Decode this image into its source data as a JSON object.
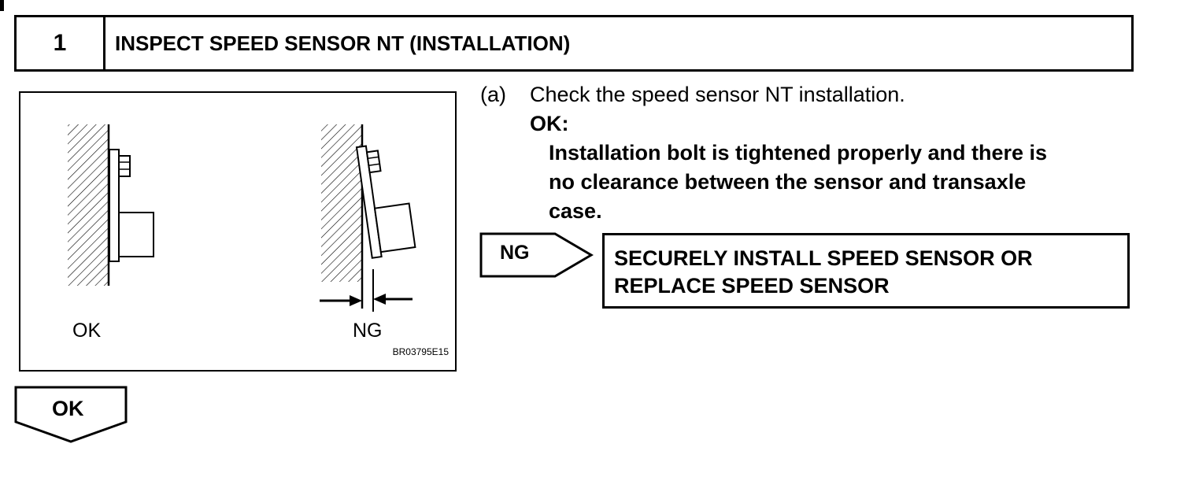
{
  "step": {
    "number": "1",
    "title": "INSPECT SPEED SENSOR NT (INSTALLATION)"
  },
  "figure": {
    "label_ok": "OK",
    "label_ng": "NG",
    "code": "BR03795E15"
  },
  "instruction": {
    "letter": "(a)",
    "text": "Check the speed sensor NT installation.",
    "ok_heading": "OK:",
    "ok_line1": "Installation bolt is tightened properly and there is",
    "ok_line2": "no clearance between the sensor and transaxle",
    "ok_line3": "case."
  },
  "ng_branch": {
    "tag": "NG",
    "line1": "SECURELY INSTALL SPEED SENSOR OR",
    "line2": "REPLACE SPEED SENSOR"
  },
  "ok_branch": {
    "tag": "OK"
  }
}
